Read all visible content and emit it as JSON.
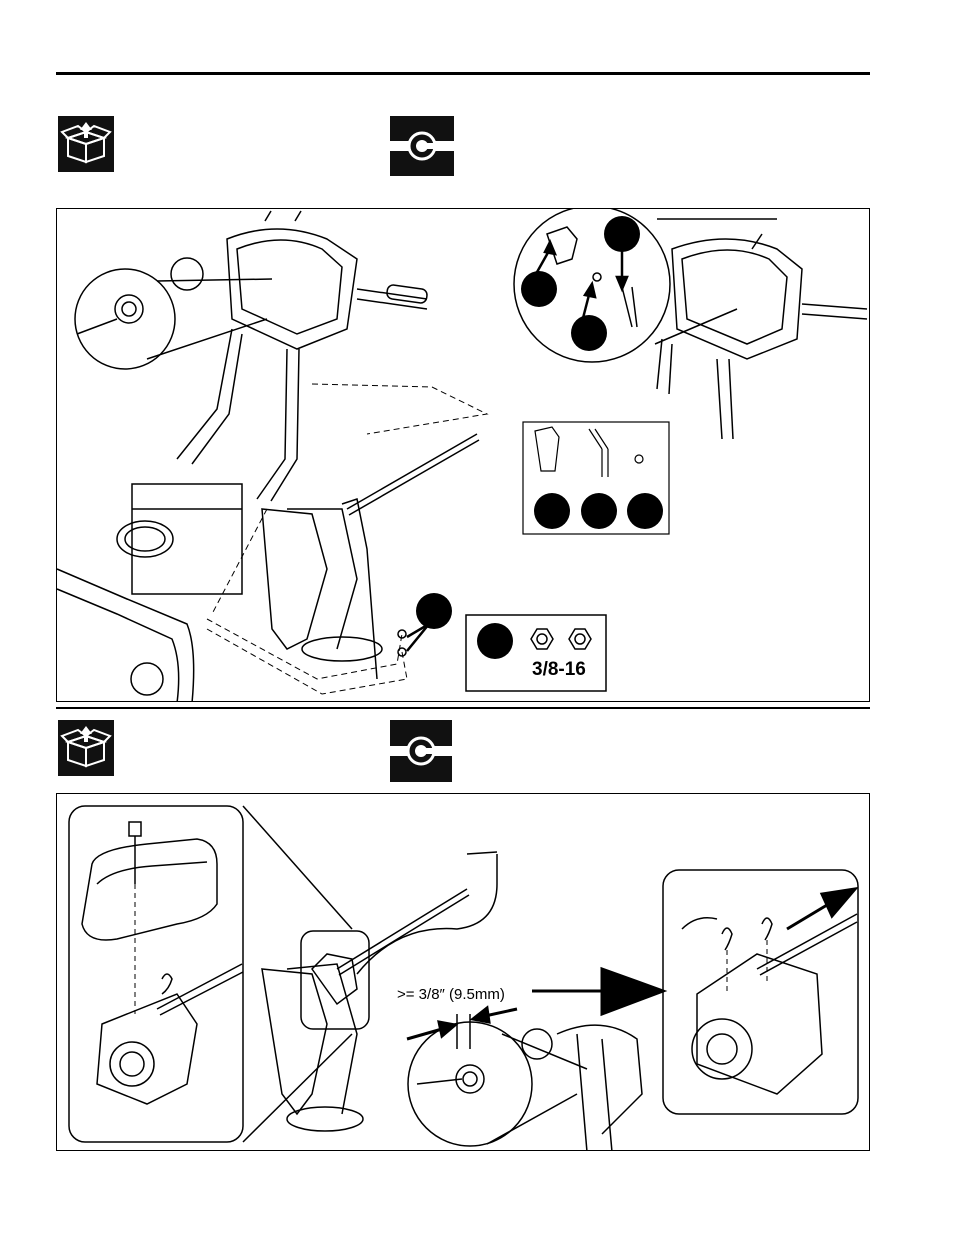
{
  "page": {
    "sections": [
      {
        "unpack_icon": "box-unpack-icon",
        "assemble_icon": "fastener-assembly-icon",
        "figure": {
          "callout_circles": 8,
          "hardware_label": "3/8-16"
        }
      },
      {
        "unpack_icon": "box-unpack-icon",
        "assemble_icon": "fastener-assembly-icon",
        "figure": {
          "dimension_label": ">= 3/8″ (9.5mm)"
        }
      }
    ]
  }
}
